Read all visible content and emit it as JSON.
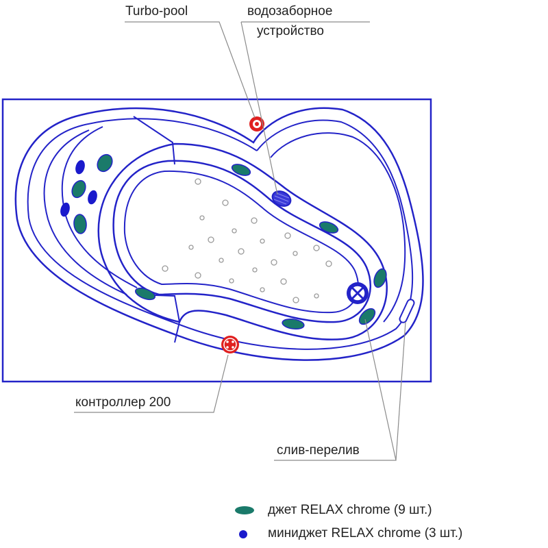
{
  "labels": {
    "turbo_pool": "Turbo-pool",
    "intake_line1": "водозаборное",
    "intake_line2": "устройство",
    "controller": "контроллер 200",
    "drain": "слив-перелив"
  },
  "legend": [
    {
      "text": "джет RELAX chrome (9 шт.)",
      "marker": "jet"
    },
    {
      "text": "миниджет RELAX chrome (3 шт.)",
      "marker": "minijet"
    }
  ],
  "colors": {
    "outline": "#2323c8",
    "jet": "#1a7a6a",
    "minijet": "#1a1acc",
    "accent_red": "#e02020",
    "leader": "#8a8a8a",
    "air_holes": "#9a9a9a"
  }
}
